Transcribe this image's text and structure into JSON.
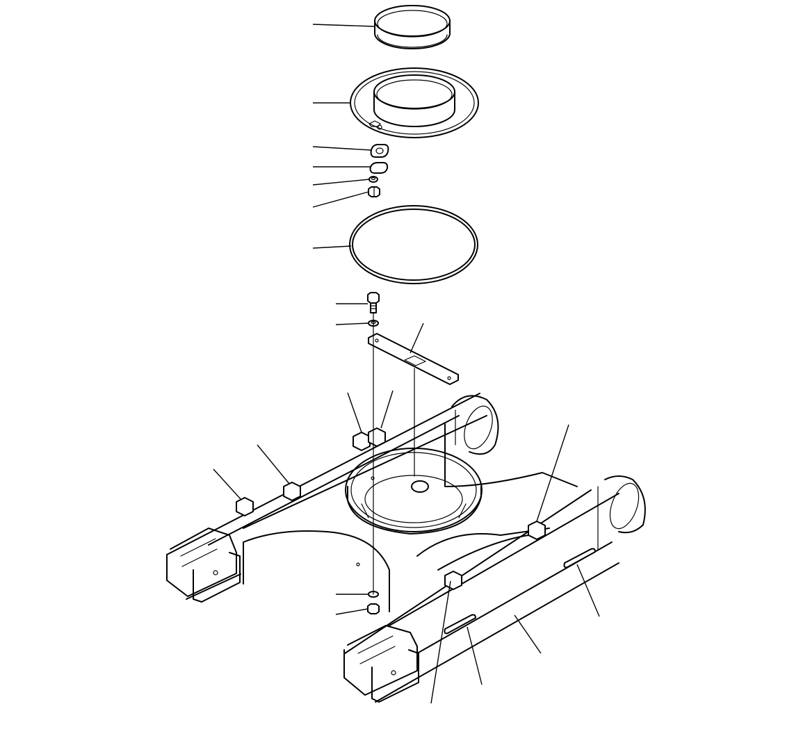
{
  "diagram": {
    "kind": "exploded-parts-view",
    "background": "#ffffff",
    "line_color": "#000000",
    "parts": [
      {
        "name": "seal-ring"
      },
      {
        "name": "ring-cover"
      },
      {
        "name": "gasket"
      },
      {
        "name": "cover-plate"
      },
      {
        "name": "washer"
      },
      {
        "name": "nut"
      },
      {
        "name": "o-ring"
      },
      {
        "name": "bolt"
      },
      {
        "name": "washer"
      },
      {
        "name": "cover-strip"
      },
      {
        "name": "clamp"
      },
      {
        "name": "clamp"
      },
      {
        "name": "clamp"
      },
      {
        "name": "clamp"
      },
      {
        "name": "washer"
      },
      {
        "name": "nut"
      },
      {
        "name": "track-frame"
      },
      {
        "name": "guard"
      },
      {
        "name": "guard"
      },
      {
        "name": "clamp"
      }
    ]
  }
}
